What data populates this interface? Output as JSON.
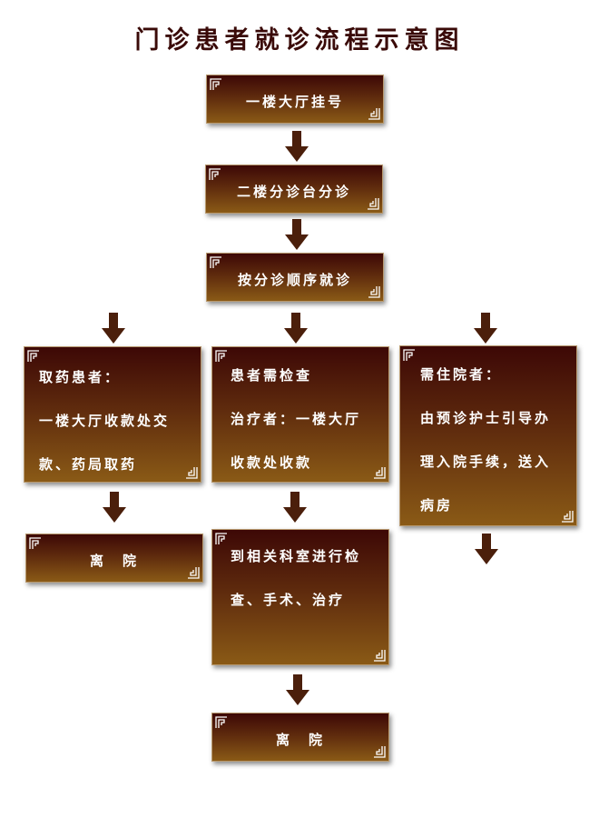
{
  "title": "门诊患者就诊流程示意图",
  "steps": {
    "register": "一楼大厅挂号",
    "triage": "二楼分诊台分诊",
    "consult": "按分诊顺序就诊"
  },
  "branches": {
    "medicine": {
      "line1": "取药患者：",
      "line2": "一楼大厅收款处交",
      "line3": "款、药局取药"
    },
    "exam": {
      "line1": "患者需检查",
      "line2": "治疗者：一楼大厅",
      "line3": "收款处收款"
    },
    "admit": {
      "line1": "需住院者：",
      "line2": "由预诊护士引导办",
      "line3": "理入院手续，送入",
      "line4": "病房"
    }
  },
  "exam_procedure": {
    "line1": "到相关科室进行检",
    "line2": "查、手术、治疗"
  },
  "leave_left": "离　院",
  "leave_bottom": "离　院"
}
